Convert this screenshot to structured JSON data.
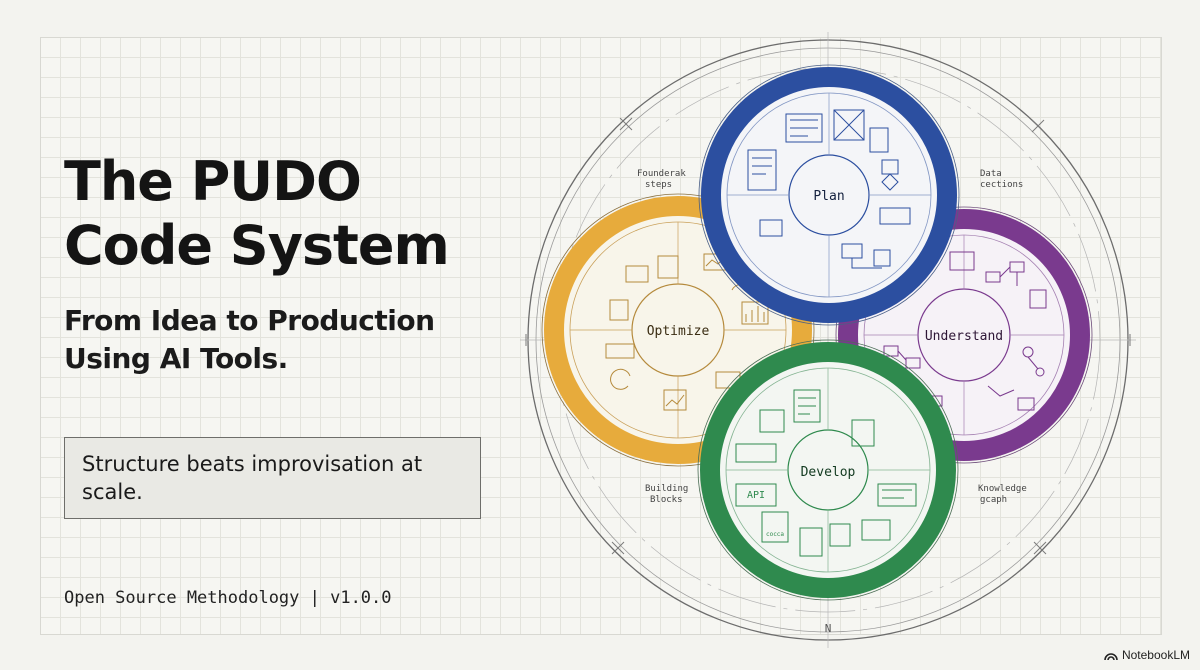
{
  "header": {
    "title_line1": "The PUDO",
    "title_line2": "Code System",
    "subtitle_line1": "From Idea to Production",
    "subtitle_line2": "Using AI Tools."
  },
  "quote": {
    "line1": "Structure beats improvisation at",
    "line2": "scale."
  },
  "footer": {
    "text": "Open Source Methodology | v1.0.0"
  },
  "brand": {
    "name": "NotebookLM"
  },
  "diagram": {
    "phases": [
      {
        "id": "plan",
        "label": "Plan",
        "color": "#2c4fa0"
      },
      {
        "id": "understand",
        "label": "Understand",
        "color": "#7a3a8e"
      },
      {
        "id": "develop",
        "label": "Develop",
        "color": "#2f8a4e"
      },
      {
        "id": "optimize",
        "label": "Optimize",
        "color": "#e7ab3c"
      }
    ],
    "annotations": {
      "foundations": [
        "Founderak",
        "steps"
      ],
      "data": [
        "Data",
        "cections"
      ],
      "building": [
        "Building",
        "Blocks"
      ],
      "knowledge": [
        "Knowledge",
        "gcaph"
      ],
      "api": "API",
      "code": "cocca",
      "compass": "N"
    }
  }
}
